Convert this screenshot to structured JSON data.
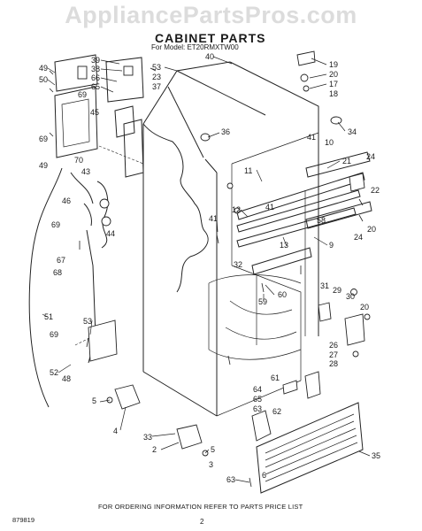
{
  "header": {
    "site": "AppliancePartsPros.com",
    "title": "CABINET PARTS",
    "model": "For Model: ET20RMXTW00"
  },
  "footer": {
    "order_note": "FOR ORDERING INFORMATION REFER TO PARTS PRICE LIST",
    "code": "879819",
    "page": "2"
  },
  "callouts": {
    "c39": "39",
    "c38": "38",
    "c66": "66",
    "c65": "65",
    "c40": "40",
    "c53a": "53",
    "c23": "23",
    "c37": "37",
    "c19": "19",
    "c20a": "20",
    "c17": "17",
    "c18": "18",
    "c49a": "49",
    "c50": "50",
    "c69a": "69",
    "c45": "45",
    "c36": "36",
    "c34": "34",
    "c10": "10",
    "c41a": "41",
    "c21": "21",
    "c69b": "69",
    "c49b": "49",
    "c70": "70",
    "c43": "43",
    "c11": "11",
    "c12": "12",
    "c41b": "41",
    "c24a": "24",
    "c22": "22",
    "c46": "46",
    "c44": "44",
    "c41c": "41",
    "c69c": "69",
    "c67": "67",
    "c68": "68",
    "c13": "13",
    "c58": "58",
    "c24b": "24",
    "c20b": "20",
    "c9": "9",
    "c32": "32",
    "c60": "60",
    "c59": "59",
    "c31": "31",
    "c29": "29",
    "c30": "30",
    "c20c": "20",
    "c51": "51",
    "c53b": "53",
    "c69d": "69",
    "c52": "52",
    "c48": "48",
    "c26": "26",
    "c27": "27",
    "c28": "28",
    "c61": "61",
    "c64": "64",
    "c65b": "65",
    "c63a": "63",
    "c62": "62",
    "c5a": "5",
    "c4": "4",
    "c33": "33",
    "c2": "2",
    "c5b": "5",
    "c3": "3",
    "c35": "35",
    "c63b": "63",
    "c6": "6"
  }
}
